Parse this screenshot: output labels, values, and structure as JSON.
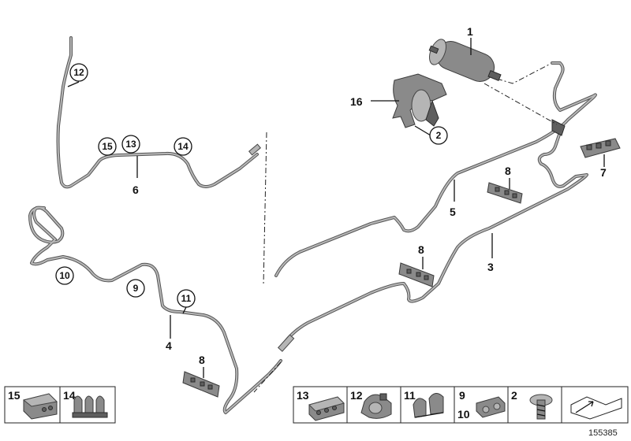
{
  "labels": {
    "p1": "1",
    "p2": "2",
    "p3": "3",
    "p4": "4",
    "p5": "5",
    "p6": "6",
    "p7": "7",
    "p8a": "8",
    "p8b": "8",
    "p8c": "8",
    "p9": "9",
    "p10": "10",
    "p11": "11",
    "p12": "12",
    "p13": "13",
    "p14": "14",
    "p15": "15",
    "p16": "16"
  },
  "legend": {
    "left": [
      {
        "id": "15"
      },
      {
        "id": "14"
      }
    ],
    "right": [
      {
        "id": "13"
      },
      {
        "id": "12"
      },
      {
        "id": "11"
      },
      {
        "id": "9",
        "id2": "10"
      },
      {
        "id": "2"
      }
    ]
  },
  "reference_number": "155385"
}
